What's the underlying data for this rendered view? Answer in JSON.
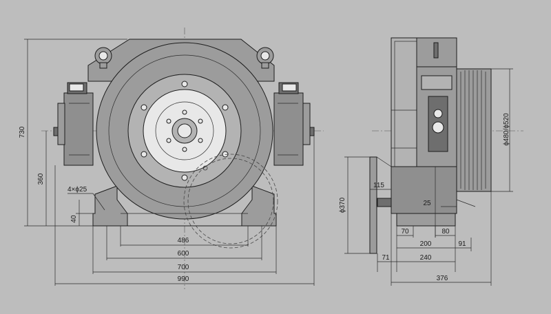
{
  "front_view": {
    "dim_height_total": "730",
    "dim_height_mount": "360",
    "dim_bolt_holes": "4×ϕ25",
    "dim_base_thickness": "40",
    "dim_486": "486",
    "dim_600": "600",
    "dim_700": "700",
    "dim_990": "990"
  },
  "side_view": {
    "dim_handwheel_dia": "ϕ370",
    "dim_115": "115",
    "dim_25": "25",
    "dim_70": "70",
    "dim_80": "80",
    "dim_200": "200",
    "dim_91": "91",
    "dim_71": "71",
    "dim_240": "240",
    "dim_376": "376",
    "dim_sheave_dia": "ϕ480/ϕ520"
  },
  "colors": {
    "background": "#bdbdbd",
    "line": "#1c1c1c",
    "body_fill": "#9c9c9c"
  }
}
